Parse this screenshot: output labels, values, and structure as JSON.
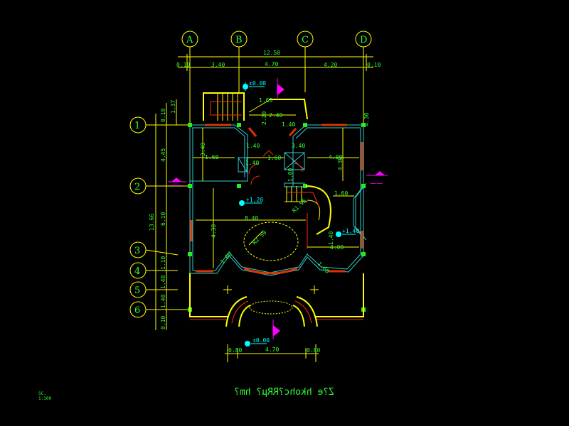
{
  "drawing": {
    "title": "Z?e hkohc?RRµ? hm?",
    "scale_label": "SC.",
    "scale_value": "1:100",
    "axes_columns": [
      "A",
      "B",
      "C",
      "D"
    ],
    "axes_rows": [
      "1",
      "2",
      "3",
      "4",
      "5",
      "6"
    ],
    "top_dims": {
      "total": "12.50",
      "segments": [
        "0.10",
        "3.40",
        "4.70",
        "4.20",
        "0.10"
      ]
    },
    "left_dims": {
      "total": "13.66",
      "segments": [
        "0.10",
        "4.45",
        "6.10",
        "1.10",
        "1.40",
        "1.40",
        "0.10"
      ],
      "extra": "1.37"
    },
    "bottom_dims": [
      "0.80",
      "4.70",
      "0.80"
    ],
    "elevations": [
      "±0.00",
      "+1.20",
      "+1.40",
      "±0.00"
    ],
    "section_marks": [
      "一一",
      "一一"
    ],
    "interior_dims": [
      "1.60",
      "3.40",
      "2.20",
      "1.60",
      "2.40",
      "1.40",
      "1.60",
      "1.40",
      "3.40",
      "1.40",
      "4.30",
      "4.30",
      "4.00",
      "1.00",
      "1.60",
      "8.40",
      "4.30",
      "R2.50",
      "R1.95",
      "1.60",
      "4.00",
      "1.60",
      "1.40"
    ],
    "colors": {
      "background": "#000000",
      "grid": "#ffff00",
      "text": "#33ff33",
      "wall": "#33cccc",
      "window": "#dd3300",
      "mark": "#ff00ff"
    }
  }
}
